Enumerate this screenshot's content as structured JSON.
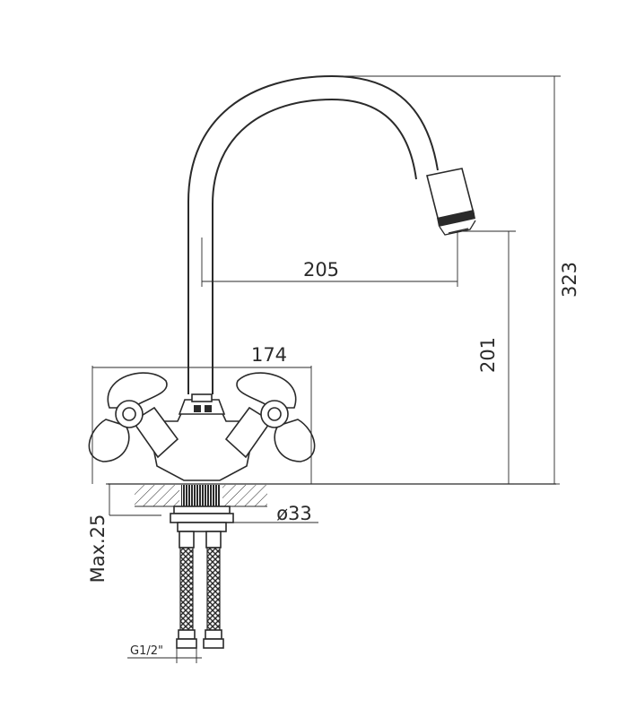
{
  "dimensions": {
    "total_height": "323",
    "spout_reach": "205",
    "outlet_height": "201",
    "handle_span": "174",
    "base_diameter": "ø33",
    "max_counter_thickness": "Max.25",
    "inlet_thread": "G1/2\""
  }
}
